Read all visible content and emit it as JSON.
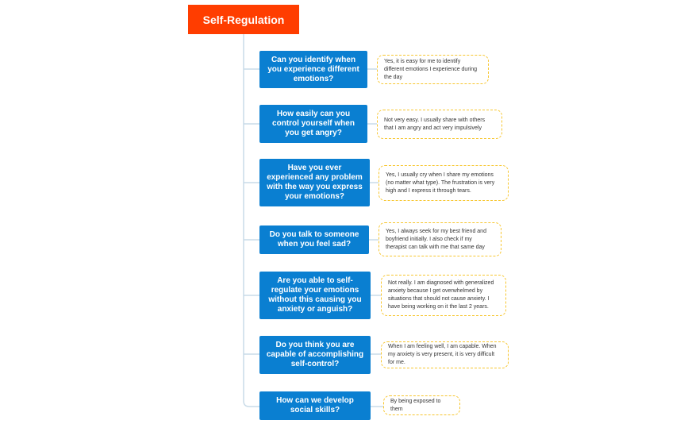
{
  "root": {
    "label": "Self-Regulation"
  },
  "colors": {
    "root": "#ff3d00",
    "question": "#0a7fd1",
    "answer_border": "#f7c62f",
    "connector": "#c9dbe8"
  },
  "items": [
    {
      "question": "Can you identify when you experience different emotions?",
      "answer": "Yes, it is easy for me to identify different emotions I experience during the day"
    },
    {
      "question": "How easily can you control yourself when you get angry?",
      "answer": "Not very easy. I usually share with others that I am angry and act very impulsively"
    },
    {
      "question": "Have you ever experienced any problem with the way you express your emotions?",
      "answer": "Yes, I usually cry when I share my emotions (no matter what type). The frustration is very high and I express it through tears."
    },
    {
      "question": "Do you talk to someone when you feel sad?",
      "answer": "Yes, I always seek for my best friend and boyfriend initially. I also check if my therapist can talk with me that same day"
    },
    {
      "question": "Are you able to self-regulate your emotions without this causing you anxiety or anguish?",
      "answer": "Not really. I am diagnosed with generalized anxiety because I get overwhelmed by situations that should not cause anxiety. I have being working on it the last 2 years."
    },
    {
      "question": "Do you think you are capable of accomplishing self-control?",
      "answer": "When I am feeling well, I am capable. When my anxiety is very present, it is very difficult for me."
    },
    {
      "question": "How can we develop social skills?",
      "answer": "By being exposed to them"
    }
  ]
}
